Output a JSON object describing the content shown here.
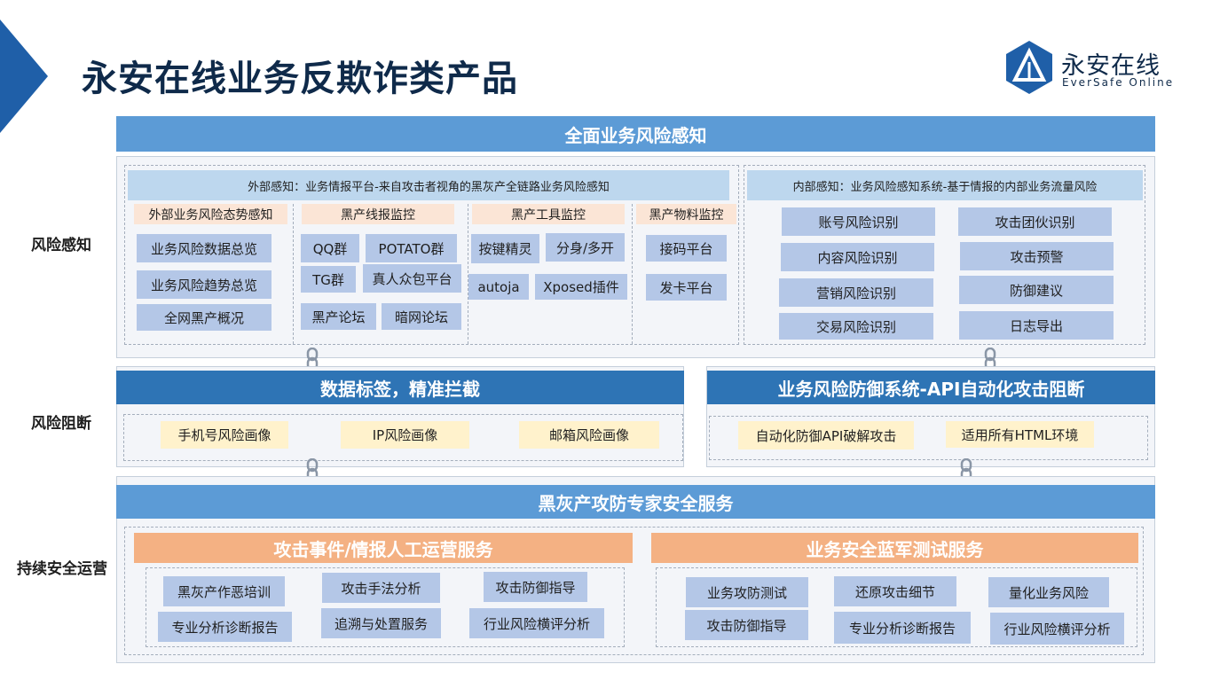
{
  "title": "永安在线业务反欺诈类产品",
  "logo": {
    "name": "永安在线",
    "sub": "EverSafe  Online"
  },
  "colors": {
    "band_light": "#5c9bd6",
    "band_dark": "#2e74b5",
    "band_orange": "#f4b183",
    "box_blue": "#b4c7e7",
    "box_yellow": "#fff2cc",
    "cat_peach": "#fbe5d6"
  },
  "labels": {
    "perception": "风险感知",
    "blocking": "风险阻断",
    "operations": "持续安全运营"
  },
  "perception": {
    "header": "全面业务风险感知",
    "external": {
      "subheader": "外部感知：业务情报平台-来自攻击者视角的黑灰产全链路业务风险感知",
      "columns": [
        {
          "title": "外部业务风险态势感知",
          "items": [
            "业务风险数据总览",
            "业务风险趋势总览",
            "全网黑产概况"
          ]
        },
        {
          "title": "黑产线报监控",
          "items": [
            "QQ群",
            "POTATO群",
            "TG群",
            "真人众包平台",
            "黑产论坛",
            "暗网论坛"
          ]
        },
        {
          "title": "黑产工具监控",
          "items": [
            "按键精灵",
            "分身/多开",
            "autoja",
            "Xposed插件"
          ]
        },
        {
          "title": "黑产物料监控",
          "items": [
            "接码平台",
            "发卡平台"
          ]
        }
      ]
    },
    "internal": {
      "subheader": "内部感知：业务风险感知系统-基于情报的内部业务流量风险",
      "items": [
        "账号风险识别",
        "攻击团伙识别",
        "内容风险识别",
        "攻击预警",
        "营销风险识别",
        "防御建议",
        "交易风险识别",
        "日志导出"
      ]
    }
  },
  "blocking": {
    "left": {
      "header": "数据标签，精准拦截",
      "items": [
        "手机号风险画像",
        "IP风险画像",
        "邮箱风险画像"
      ]
    },
    "right": {
      "header": "业务风险防御系统-API自动化攻击阻断",
      "items": [
        "自动化防御API破解攻击",
        "适用所有HTML环境"
      ]
    }
  },
  "operations": {
    "header": "黑灰产攻防专家安全服务",
    "left": {
      "header": "攻击事件/情报人工运营服务",
      "items": [
        "黑灰产作恶培训",
        "攻击手法分析",
        "攻击防御指导",
        "专业分析诊断报告",
        "追溯与处置服务",
        "行业风险横评分析"
      ]
    },
    "right": {
      "header": "业务安全蓝军测试服务",
      "items": [
        "业务攻防测试",
        "还原攻击细节",
        "量化业务风险",
        "攻击防御指导",
        "专业分析诊断报告",
        "行业风险横评分析"
      ]
    }
  }
}
